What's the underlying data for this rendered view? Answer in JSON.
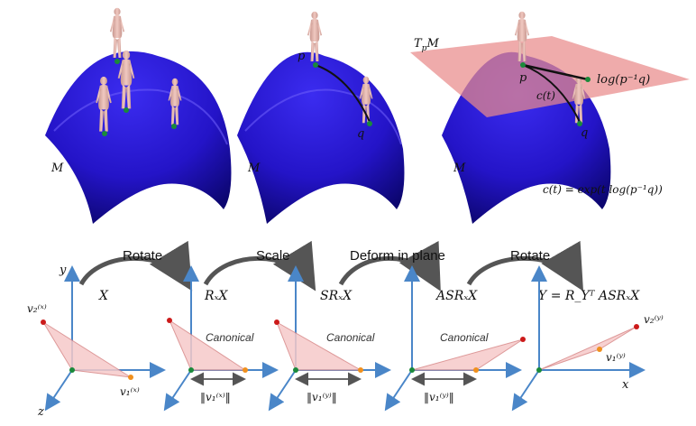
{
  "colors": {
    "surface": "#2b18d8",
    "surface_dark": "#0a0466",
    "tangent_plane": "#e98a8a",
    "axis": "#4a86c8",
    "triangle_fill": "#f6c9c9",
    "triangle_edge": "#d88888",
    "point_green": "#1a8a3a",
    "point_orange": "#f0901e",
    "point_red": "#cc1a1a",
    "arrow_gray": "#555555",
    "body": "#e8b8b0"
  },
  "top": {
    "panel1": {
      "manifold_label": "M"
    },
    "panel2": {
      "manifold_label": "M",
      "p_label": "p",
      "q_label": "q"
    },
    "panel3": {
      "manifold_label": "M",
      "tangent_label": "T",
      "tangent_sub": "p",
      "tangent_tail": "M",
      "p_label": "p",
      "q_label": "q",
      "ct_label": "c(t)",
      "log_label": "log(p⁻¹q)",
      "equation": "c(t) = exp(t log(p⁻¹q))"
    }
  },
  "bottom": {
    "steps": [
      {
        "label": "Rotate"
      },
      {
        "label": "Scale"
      },
      {
        "label": "Deform in plane"
      },
      {
        "label": "Rotate"
      }
    ],
    "expressions": [
      "X",
      "RₓX",
      "SRₓX",
      "ASRₓX",
      "Y = R_Yᵀ ASRₓX"
    ],
    "canonical_label": "Canonical",
    "axis_y": "y",
    "axis_z": "z",
    "axis_x": "x",
    "v2X": "v₂⁽ˣ⁾",
    "v1X": "v₁⁽ˣ⁾",
    "v2Y": "v₂⁽ʸ⁾",
    "v1Y": "v₁⁽ʸ⁾",
    "norm_v1X": "‖v₁⁽ˣ⁾‖",
    "norm_v1Y_a": "‖v₁⁽ʸ⁾‖",
    "norm_v1Y_b": "‖v₁⁽ʸ⁾‖"
  }
}
